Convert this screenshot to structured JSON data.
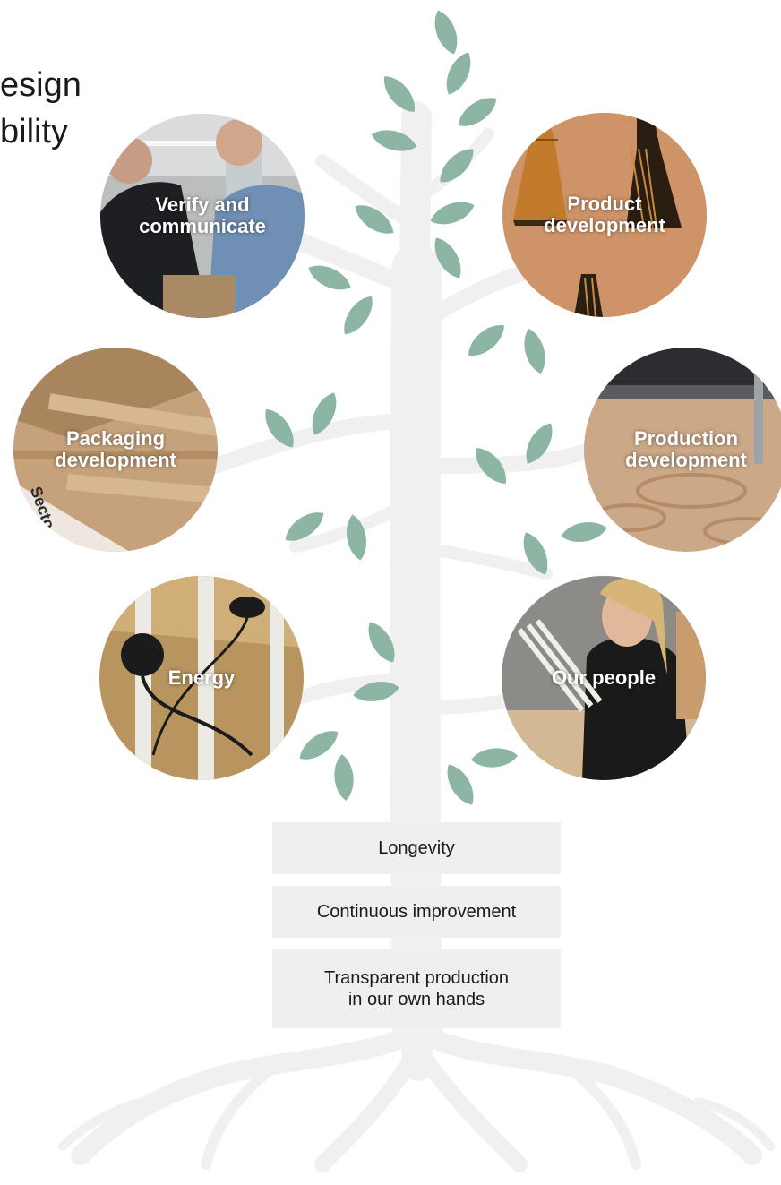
{
  "title": {
    "line1": "esign",
    "line2": "bility"
  },
  "colors": {
    "leaf": "#8cb5a4",
    "tree": "#f0f0f0",
    "box": "#efefef"
  },
  "circles": [
    {
      "label": "Verify and\ncommunicate"
    },
    {
      "label": "Product\ndevelopment"
    },
    {
      "label": "Packaging\ndevelopment"
    },
    {
      "label": "Production\ndevelopment"
    },
    {
      "label": "Energy"
    },
    {
      "label": "Our people"
    }
  ],
  "values": [
    {
      "label": "Longevity"
    },
    {
      "label": "Continuous improvement"
    },
    {
      "label": "Transparent production\nin our own hands"
    }
  ]
}
